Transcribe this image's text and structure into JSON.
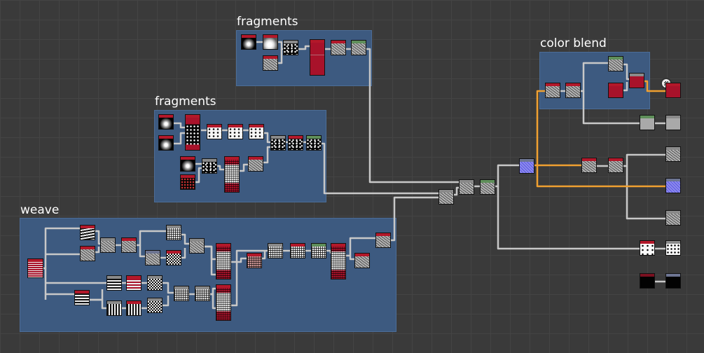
{
  "graph": {
    "frames": [
      {
        "id": "fragments-top",
        "title": "fragments"
      },
      {
        "id": "fragments-mid",
        "title": "fragments"
      },
      {
        "id": "weave",
        "title": "weave"
      },
      {
        "id": "color-blend",
        "title": "color blend"
      }
    ],
    "colors": {
      "frame": "#3d5a80",
      "wire": "#c8c8c8",
      "wire_selected": "#f0a030",
      "node_header": "#b3182a",
      "background": "#3a3a3a"
    },
    "icons": [
      "output-node-icon"
    ]
  }
}
